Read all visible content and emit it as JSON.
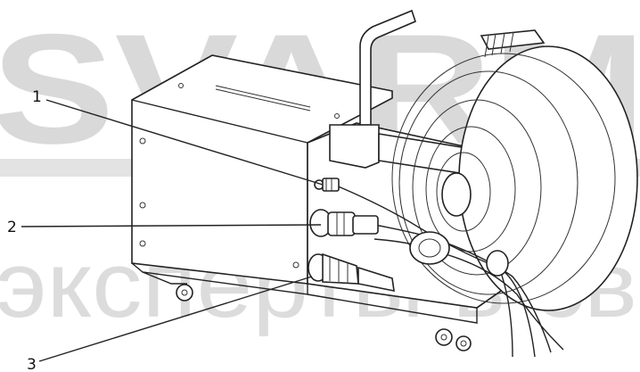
{
  "watermark": {
    "top_text": "SVARM",
    "bottom_text": "эксперты в св"
  },
  "callouts": [
    {
      "label": "1"
    },
    {
      "label": "2"
    },
    {
      "label": "3"
    }
  ]
}
